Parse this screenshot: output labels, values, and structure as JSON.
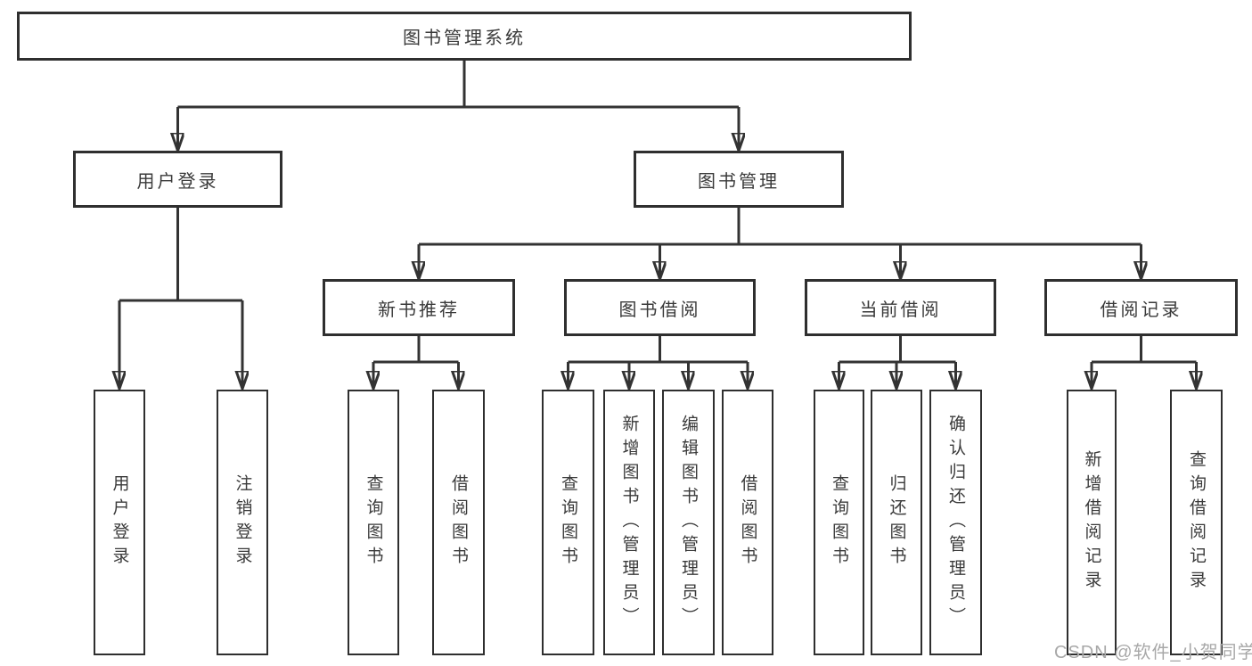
{
  "tree": {
    "root": "图书管理系统",
    "children": [
      {
        "label": "用户登录",
        "children": [
          "用户登录",
          "注销登录"
        ]
      },
      {
        "label": "图书管理",
        "children": [
          {
            "label": "新书推荐",
            "children": [
              "查询图书",
              "借阅图书"
            ]
          },
          {
            "label": "图书借阅",
            "children": [
              "查询图书",
              "新增图书（管理员）",
              "编辑图书（管理员）",
              "借阅图书"
            ]
          },
          {
            "label": "当前借阅",
            "children": [
              "查询图书",
              "归还图书",
              "确认归还（管理员）"
            ]
          },
          {
            "label": "借阅记录",
            "children": [
              "新增借阅记录",
              "查询借阅记录"
            ]
          }
        ]
      }
    ]
  },
  "watermark": {
    "text": "CSDN @软件_小贺同学",
    "color": "#a8a8a8"
  },
  "colors": {
    "background": "#ffffff",
    "line": "#333333",
    "box_border": "#2f2f2f",
    "text": "#3a3a3a"
  }
}
